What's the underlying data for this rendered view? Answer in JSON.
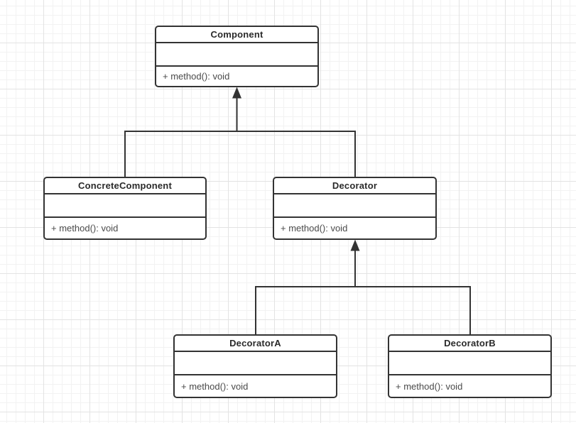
{
  "diagram": {
    "type": "uml-class-diagram",
    "classes": [
      {
        "name": "Component",
        "attributes": "",
        "methods": "+ method(): void"
      },
      {
        "name": "ConcreteComponent",
        "attributes": "",
        "methods": "+ method(): void"
      },
      {
        "name": "Decorator",
        "attributes": "",
        "methods": "+ method(): void"
      },
      {
        "name": "DecoratorA",
        "attributes": "",
        "methods": "+ method(): void"
      },
      {
        "name": "DecoratorB",
        "attributes": "",
        "methods": "+ method(): void"
      }
    ],
    "relations": [
      {
        "from": "ConcreteComponent",
        "to": "Component",
        "type": "generalization"
      },
      {
        "from": "Decorator",
        "to": "Component",
        "type": "generalization"
      },
      {
        "from": "DecoratorA",
        "to": "Decorator",
        "type": "generalization"
      },
      {
        "from": "DecoratorB",
        "to": "Decorator",
        "type": "generalization"
      }
    ],
    "colors": {
      "shape_border": "#333333",
      "shape_fill": "#ffffff",
      "title_text": "#2a2a2a",
      "member_text": "#4a4a4a",
      "connector": "#333333",
      "grid_minor": "#f2f2f2",
      "grid_major": "#e3e3e3",
      "background": "#ffffff"
    }
  }
}
